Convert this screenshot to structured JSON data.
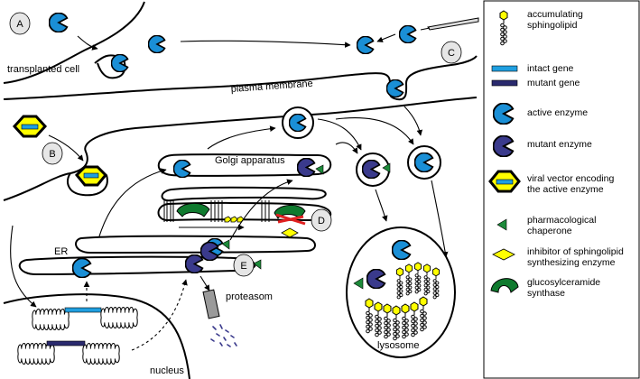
{
  "colors": {
    "enzyme_active": "#1a8fd6",
    "enzyme_mutant": "#3a3a8c",
    "gene_intact": "#1f9fe0",
    "gene_mutant": "#2a2a6e",
    "vector_fill": "#ffff00",
    "chaperone": "#1d8a3a",
    "synthase": "#0f7a2e",
    "inhibitor": "#ffff00",
    "proteasome": "#9a9a9a"
  },
  "panels": {
    "A": "A",
    "B": "B",
    "C": "C",
    "D": "D",
    "E": "E"
  },
  "labels": {
    "transplanted_cell": "transplanted cell",
    "plasma_membrane": "plasma membrane",
    "golgi": "Golgi apparatus",
    "er": "ER",
    "proteasome": "proteasom",
    "nucleus": "nucleus",
    "lysosome": "lysosome"
  },
  "legend": [
    {
      "icon": "sphingolipid-icon",
      "text": [
        "accumulating",
        "sphingolipid"
      ]
    },
    {
      "icon": "intact-gene-icon",
      "text": [
        "intact gene"
      ]
    },
    {
      "icon": "mutant-gene-icon",
      "text": [
        "mutant gene"
      ]
    },
    {
      "icon": "active-enzyme-icon",
      "text": [
        "active enzyme"
      ]
    },
    {
      "icon": "mutant-enzyme-icon",
      "text": [
        "mutant enzyme"
      ]
    },
    {
      "icon": "viral-vector-icon",
      "text": [
        "viral vector encoding",
        "the active enzyme"
      ]
    },
    {
      "icon": "chaperone-icon",
      "text": [
        "pharmacological",
        "chaperone"
      ]
    },
    {
      "icon": "inhibitor-icon",
      "text": [
        "inhibitor of sphingolipid",
        "synthesizing enzyme"
      ]
    },
    {
      "icon": "synthase-icon",
      "text": [
        "glucosylceramide",
        "synthase"
      ]
    }
  ]
}
